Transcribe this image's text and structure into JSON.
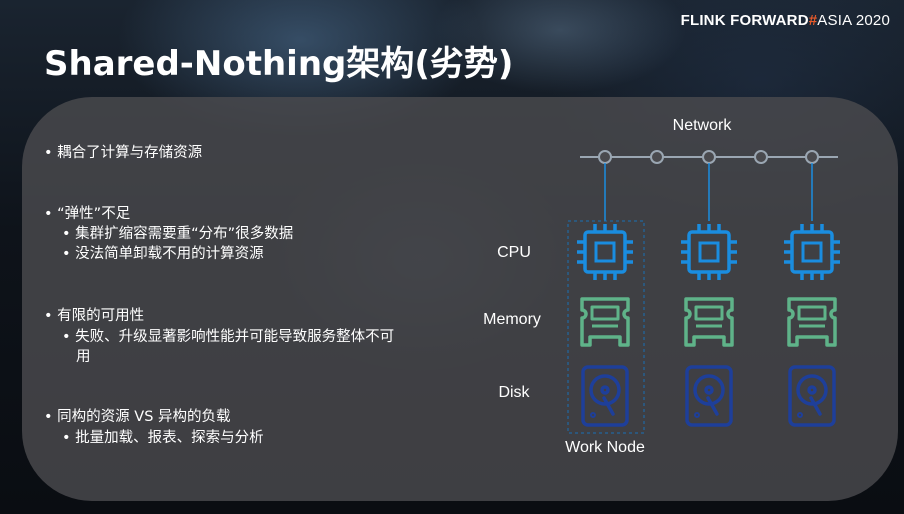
{
  "brand": {
    "part1": "FLINK FORWARD",
    "hash": "#",
    "part2": "ASIA 2020"
  },
  "title": "Shared-Nothing架构(劣势)",
  "bullets": [
    {
      "text": "耦合了计算与存储资源",
      "subs": []
    },
    {
      "text": "“弹性”不足",
      "subs": [
        "集群扩缩容需要重“分布”很多数据",
        "没法简单卸载不用的计算资源"
      ]
    },
    {
      "text": "有限的可用性",
      "subs": [
        "失败、升级显著影响性能并可能导致服务整体不可",
        "用"
      ]
    },
    {
      "text": "同构的资源 VS 异构的负载",
      "subs": [
        "批量加载、报表、探索与分析"
      ]
    }
  ],
  "diagram": {
    "network_label": "Network",
    "row_labels": {
      "cpu": "CPU",
      "memory": "Memory",
      "disk": "Disk"
    },
    "node_label": "Work Node",
    "node_count": 3,
    "colors": {
      "cpu": "#1a8de0",
      "memory": "#5fb389",
      "disk": "#1e3f9a",
      "line": "#9aa6b2"
    }
  }
}
